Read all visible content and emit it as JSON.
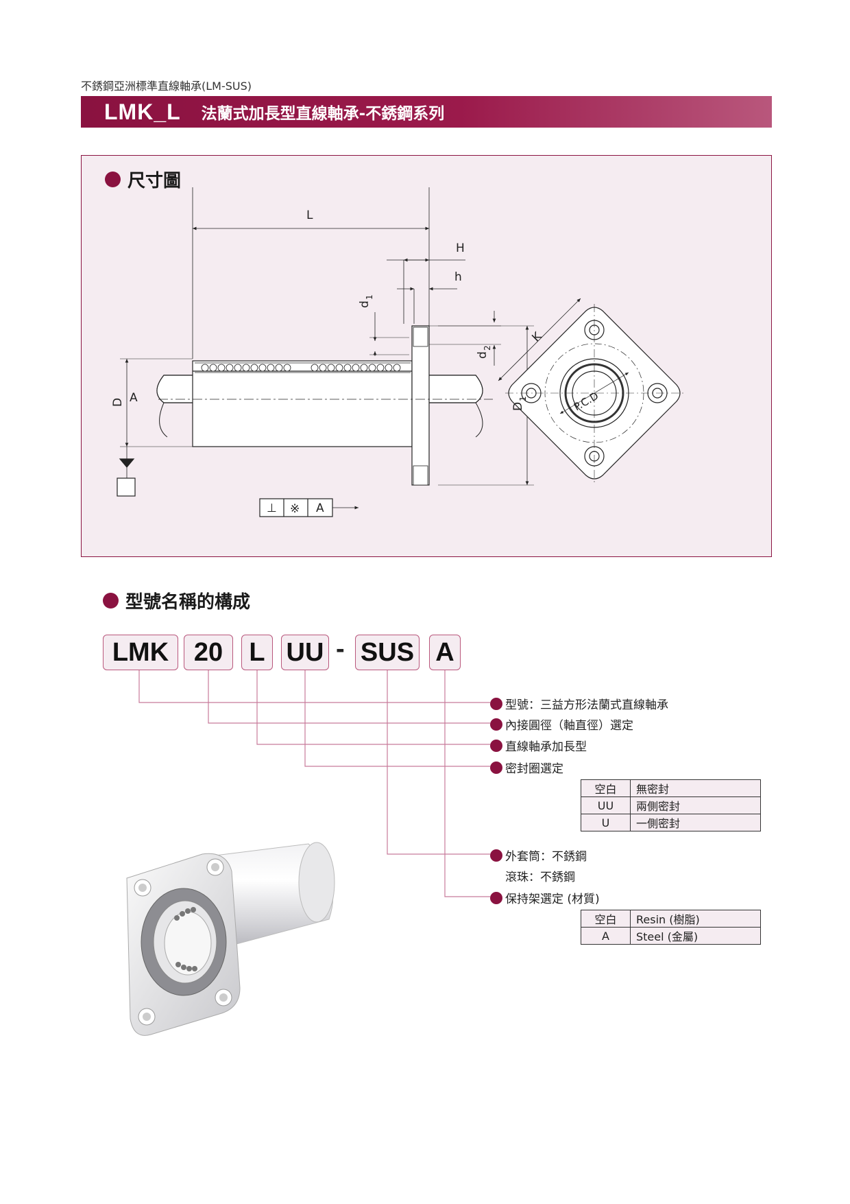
{
  "breadcrumb": "不銹鋼亞洲標準直線軸承(LM-SUS)",
  "title": {
    "code": "LMK_L",
    "text": "法蘭式加長型直線軸承-不銹鋼系列"
  },
  "dimension_section": {
    "heading": "尺寸圖",
    "labels": {
      "L": "L",
      "H": "H",
      "h": "h",
      "d1": "d",
      "d1_sub": "1",
      "d2": "d",
      "d2_sub": "2",
      "D": "D",
      "D1": "D",
      "D1_sub": "1",
      "K": "K",
      "pcd": "P.C.D",
      "datum": "A",
      "tol_perp": "⊥",
      "tol_sym": "※",
      "tol_ref": "A"
    }
  },
  "model_section": {
    "heading": "型號名稱的構成",
    "code_parts": [
      "LMK",
      "20",
      "L",
      "UU",
      "SUS",
      "A"
    ],
    "dash": "-",
    "items": [
      "型號：三益方形法蘭式直線軸承",
      "內接圓徑（軸直徑）選定",
      "直線軸承加長型",
      "密封圈選定",
      "外套筒：不銹鋼",
      "滾珠：不銹鋼",
      "保持架選定 (材質)"
    ],
    "seal_table": [
      {
        "key": "空白",
        "value": "無密封"
      },
      {
        "key": "UU",
        "value": "兩側密封"
      },
      {
        "key": "U",
        "value": "一側密封"
      }
    ],
    "cage_table": [
      {
        "key": "空白",
        "value": "Resin (樹脂)"
      },
      {
        "key": "A",
        "value": "Steel (金屬)"
      }
    ]
  },
  "colors": {
    "accent": "#8a1240",
    "panel": "#f5ecf1",
    "leader": "#c87a9a"
  }
}
